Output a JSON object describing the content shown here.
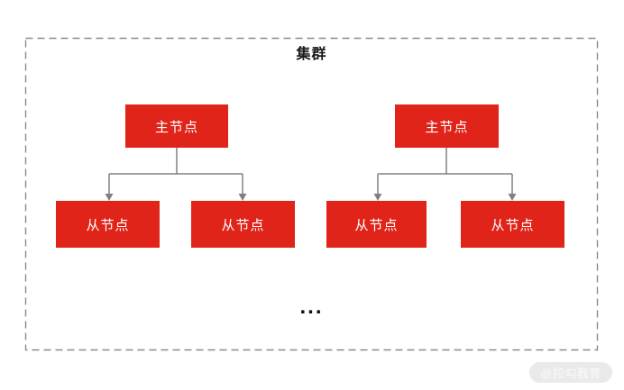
{
  "diagram": {
    "title": "集群",
    "ellipsis": "...",
    "watermark": "@拉勾教育",
    "colors": {
      "node_fill": "#e02419",
      "node_text": "#ffffff",
      "connector": "#808080",
      "dashed_border": "#8a8a8a",
      "title_text": "#1a1a1a"
    },
    "groups": [
      {
        "master": {
          "label": "主节点"
        },
        "slaves": [
          {
            "label": "从节点"
          },
          {
            "label": "从节点"
          }
        ]
      },
      {
        "master": {
          "label": "主节点"
        },
        "slaves": [
          {
            "label": "从节点"
          },
          {
            "label": "从节点"
          }
        ]
      }
    ]
  }
}
